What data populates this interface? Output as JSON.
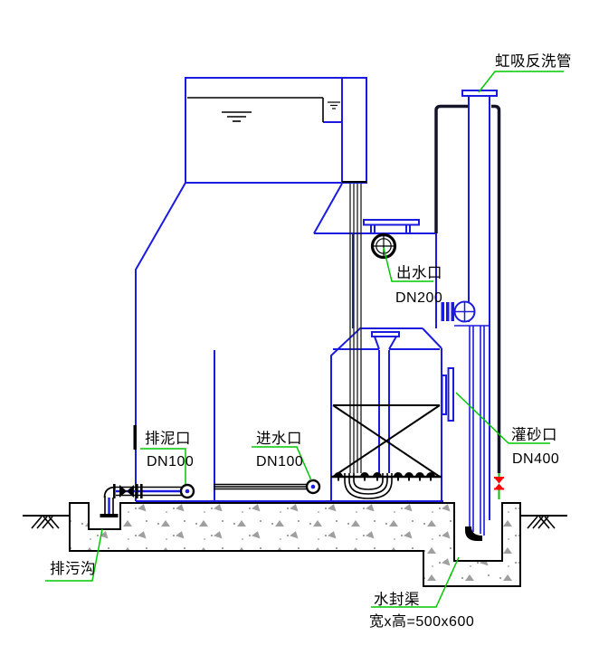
{
  "drawing": {
    "labels": {
      "siphon_backwash_pipe": "虹吸反洗管",
      "outlet_name": "出水口",
      "outlet_size": "DN200",
      "mud_name": "排泥口",
      "mud_size": "DN100",
      "inlet_name": "进水口",
      "inlet_size": "DN100",
      "sand_name": "灌砂口",
      "sand_size": "DN400",
      "sewage_ditch": "排污沟",
      "seal_name": "水封渠",
      "seal_dims": "宽x高=500x600"
    },
    "colors": {
      "structure_blue": "#1b1bdf",
      "line_black": "#000000",
      "casing_dark": "#15152a",
      "leader_green": "#00c800",
      "valve_red": "#ff0000",
      "concrete_gray": "#9a9a9a"
    }
  }
}
